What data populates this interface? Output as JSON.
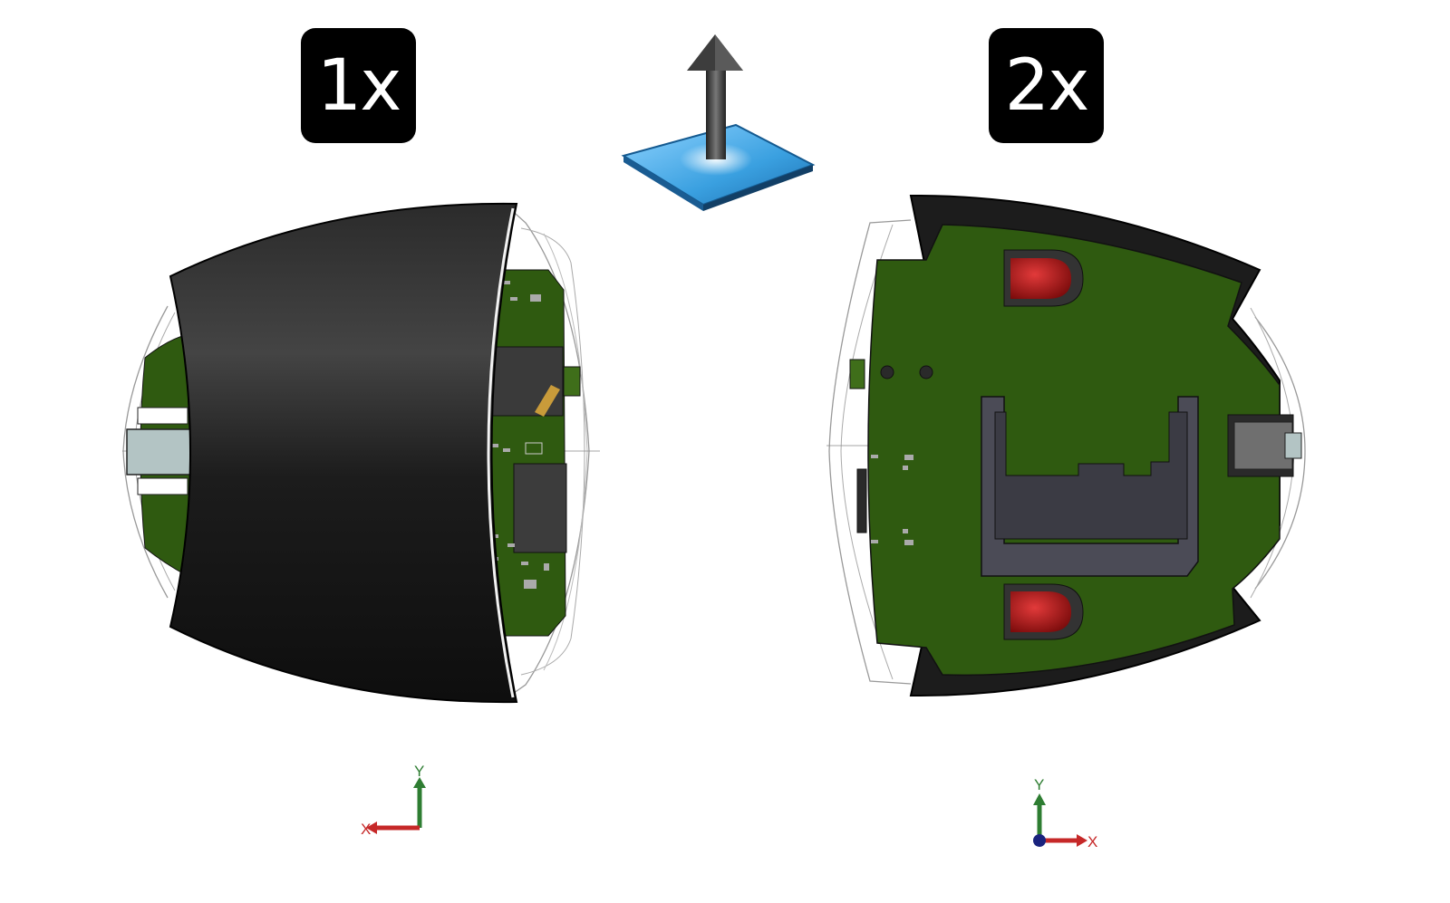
{
  "labels": {
    "left_badge": "1x",
    "right_badge": "2x"
  },
  "left_axes": {
    "y_label": "Y",
    "x_label": "X"
  },
  "right_axes": {
    "y_label": "Y",
    "x_label": "X"
  },
  "icons": {
    "center": "extrude-up-arrow-icon"
  },
  "colors": {
    "pcb_green": "#2f5a10",
    "cover_black": "#1e1e1e",
    "led_red": "#b01515",
    "axis_y": "#2e7d32",
    "axis_x": "#c62828",
    "plate_blue": "#3aa0e0"
  }
}
